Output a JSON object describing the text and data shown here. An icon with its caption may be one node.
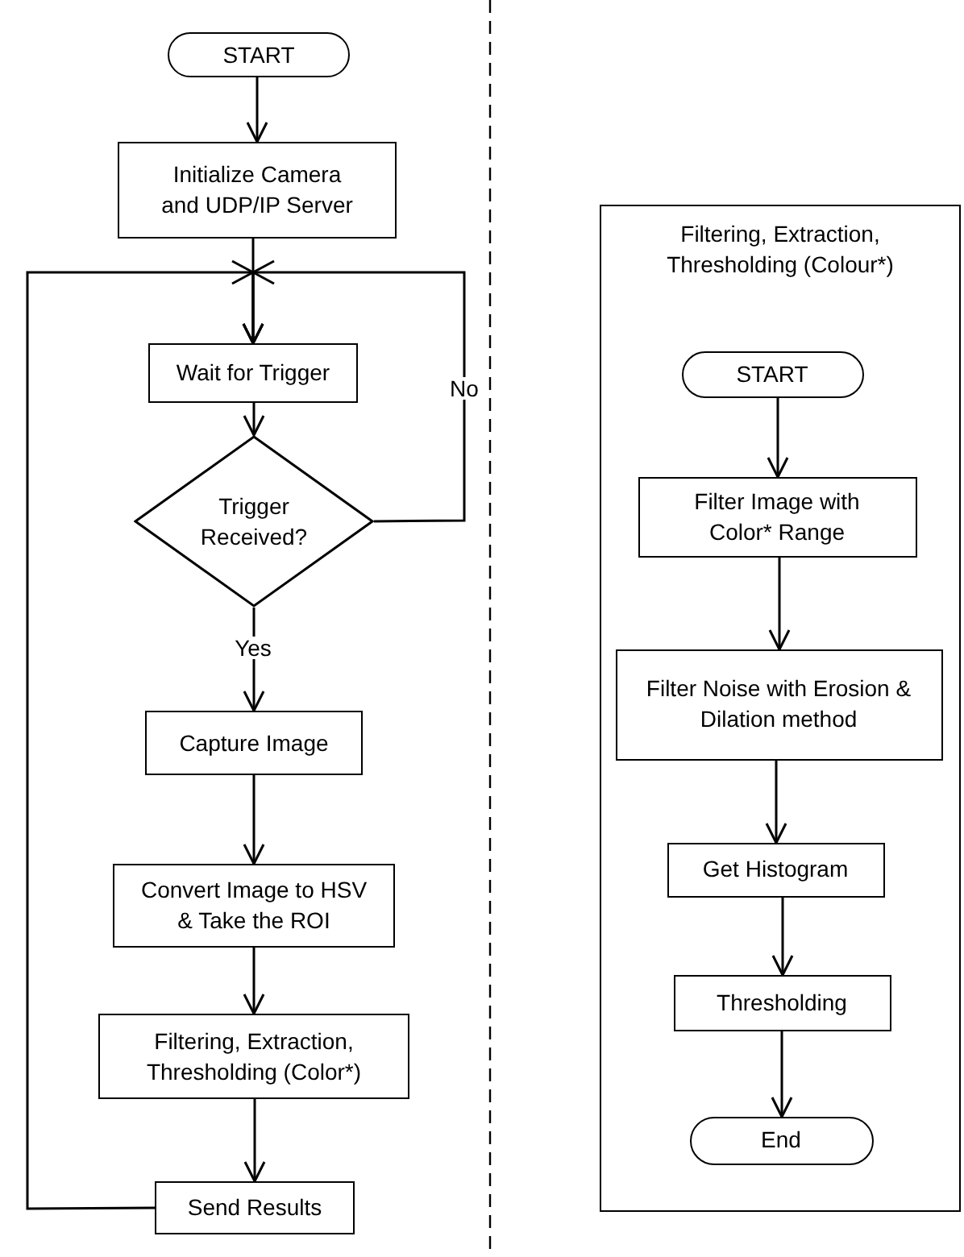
{
  "diagram": {
    "nodes": [
      {
        "text": [
          "START"
        ]
      },
      {
        "text": [
          "Initialize Camera and UDP/IP Server"
        ]
      },
      {
        "text": [
          "Wait for Trigger"
        ]
      },
      {
        "text": [
          "Trigger Received?"
        ]
      },
      {
        "text": [
          "Capture Image"
        ]
      },
      {
        "text": [
          "Convert Image to HSV & Take the ROI"
        ]
      },
      {
        "text": [
          "Filtering, Extraction, Thresholding (Color*)"
        ]
      },
      {
        "text": [
          "Send Results"
        ]
      },
      {
        "text": [
          "Filtering, Extraction, Thresholding (Colour*)"
        ]
      },
      {
        "text": [
          "START"
        ],
        "in": 8
      },
      {
        "text": [
          "Filter Image with Color* Range"
        ],
        "in": 8
      },
      {
        "text": [
          "Filter Noise with Erosion & Dilation method"
        ],
        "in": 8
      },
      {
        "text": [
          "Get Histogram"
        ],
        "in": 8
      },
      {
        "text": [
          "Thresholding"
        ],
        "in": 8
      },
      {
        "text": [
          "End"
        ],
        "in": 8
      }
    ],
    "edges": [
      {
        "from": 0,
        "to": 1,
        "arrow": "to"
      },
      {
        "from": 1,
        "to": 2,
        "arrow": "to"
      },
      {
        "from": 2,
        "to": 3,
        "arrow": "to"
      },
      {
        "from": 3,
        "to": 4,
        "arrow": "to",
        "label": "Yes"
      },
      {
        "from": 3,
        "to": 2,
        "arrow": "to",
        "label": "No"
      },
      {
        "from": 4,
        "to": 5,
        "arrow": "to"
      },
      {
        "from": 5,
        "to": 6,
        "arrow": "to"
      },
      {
        "from": 6,
        "to": 7,
        "arrow": "to"
      },
      {
        "from": 7,
        "to": 2,
        "arrow": "to"
      },
      {
        "from": 9,
        "to": 10,
        "arrow": "to"
      },
      {
        "from": 10,
        "to": 11,
        "arrow": "to"
      },
      {
        "from": 11,
        "to": 12,
        "arrow": "to"
      },
      {
        "from": 12,
        "to": 13,
        "arrow": "to"
      },
      {
        "from": 13,
        "to": 14,
        "arrow": "to"
      }
    ]
  }
}
